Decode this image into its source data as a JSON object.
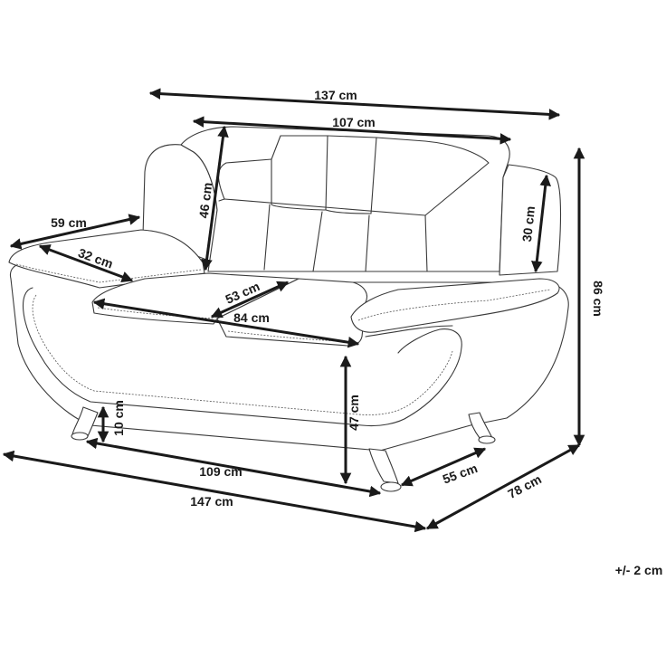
{
  "diagram": {
    "dimensions": {
      "total_width": "137 cm",
      "back_width": "107 cm",
      "backrest_height": "46 cm",
      "arm_back_height": "30 cm",
      "overall_height": "86 cm",
      "arm_depth": "59 cm",
      "arm_width": "32 cm",
      "cushion_depth": "53 cm",
      "cushion_width": "84 cm",
      "seat_height": "47 cm",
      "leg_height": "10 cm",
      "seat_width": "109 cm",
      "seat_depth": "55 cm",
      "overall_width": "147 cm",
      "overall_depth": "78 cm"
    },
    "tolerance": "+/- 2 cm"
  }
}
